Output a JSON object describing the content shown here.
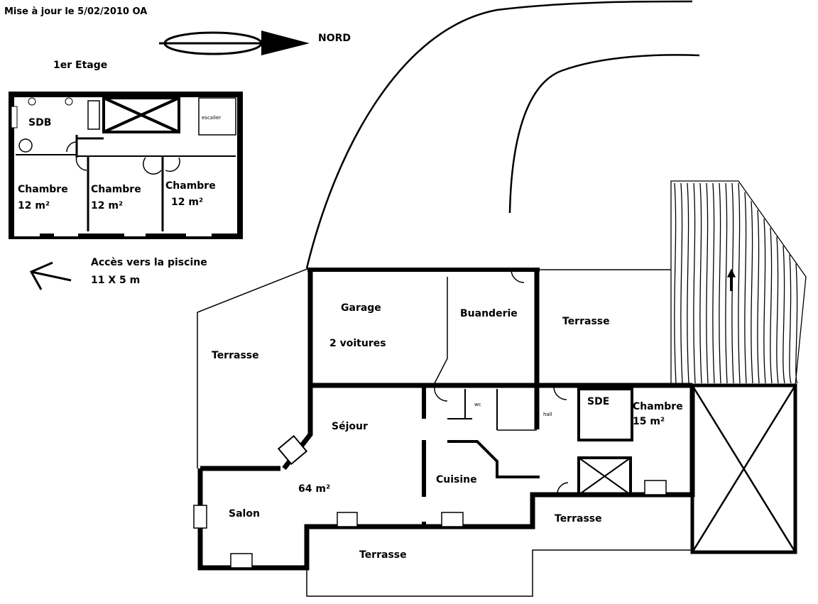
{
  "header": {
    "update_note": "Mise à jour le 5/02/2010 OA",
    "north_label": "NORD"
  },
  "upper_floor": {
    "title": "1er Etage",
    "rooms": [
      {
        "name": "SDB"
      },
      {
        "name": "escalier"
      },
      {
        "name": "Chambre",
        "area": "12 m²"
      },
      {
        "name": "Chambre",
        "area": "12 m²"
      },
      {
        "name": "Chambre",
        "area": "12 m²"
      }
    ]
  },
  "pool_access": {
    "line1": "Accès vers la piscine",
    "line2": "11 X 5 m"
  },
  "ground_floor": {
    "rooms": {
      "terrasse_west": "Terrasse",
      "garage": "Garage",
      "garage_capacity": "2 voitures",
      "buanderie": "Buanderie",
      "terrasse_north": "Terrasse",
      "sejour": "Séjour",
      "sejour_area": "64 m²",
      "wc": "wc",
      "hall": "hall",
      "sde": "SDE",
      "chambre": "Chambre",
      "chambre_area": "15 m²",
      "cuisine": "Cuisine",
      "salon": "Salon",
      "terrasse_east": "Terrasse",
      "terrasse_south": "Terrasse"
    }
  }
}
